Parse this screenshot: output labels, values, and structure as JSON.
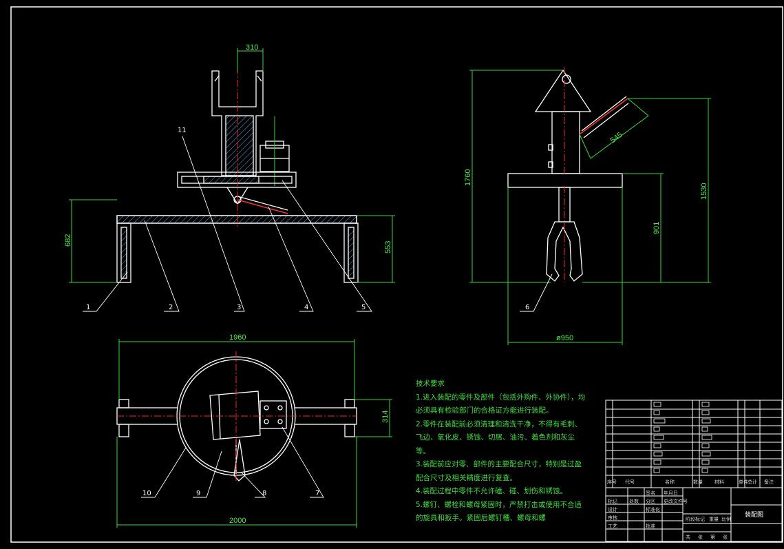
{
  "dimensions": {
    "front_top_width": "310",
    "front_left_height": "682",
    "front_right_height": "553",
    "side_top_height": "1760",
    "side_slant": "545",
    "side_right_height": "1530",
    "side_mid_height": "901",
    "side_base_diameter": "ø950",
    "top_overall_width": "1960",
    "top_bottom_width": "2000",
    "top_right_height": "314"
  },
  "part_labels": [
    "1",
    "2",
    "3",
    "4",
    "5",
    "6",
    "7",
    "8",
    "9",
    "10",
    "11"
  ],
  "notes": {
    "title": "技术要求",
    "items": [
      "1.进入装配的零件及部件（包括外购件、外协件），均必须具有检验部门的合格证方能进行装配。",
      "2.零件在装配前必须清理和清洗干净，不得有毛刺、飞边、氧化皮、锈蚀、切屑、油污、着色剂和灰尘等。",
      "3.装配前应对零、部件的主要配合尺寸，特别是过盈配合尺寸及相关精度进行复查。",
      "4.装配过程中零件不允许磕、碰、划伤和锈蚀。",
      "5.螺钉、螺栓和螺母紧固时，严禁打击或使用不合适的旋具和扳手。紧固后螺钉槽、螺母和螺"
    ]
  },
  "title_block": {
    "col_headers": [
      "序号",
      "代号",
      "名称",
      "数量",
      "材料",
      "单件",
      "总计",
      "备注"
    ],
    "drawing_name": "装配图",
    "small_labels": [
      "标记",
      "处数",
      "分区",
      "更改文件号",
      "签名",
      "年月日",
      "设计",
      "标准化",
      "阶段标记",
      "重量",
      "比例",
      "审核",
      "工艺",
      "批准",
      "共",
      "张",
      "第",
      "张"
    ]
  },
  "colors": {
    "background": "#000000",
    "outline": "#ffffff",
    "dimension": "#33dd33",
    "centerline": "#ff2020",
    "hatch": "#4ab0e8",
    "notes_text": "#3ddc3d"
  }
}
